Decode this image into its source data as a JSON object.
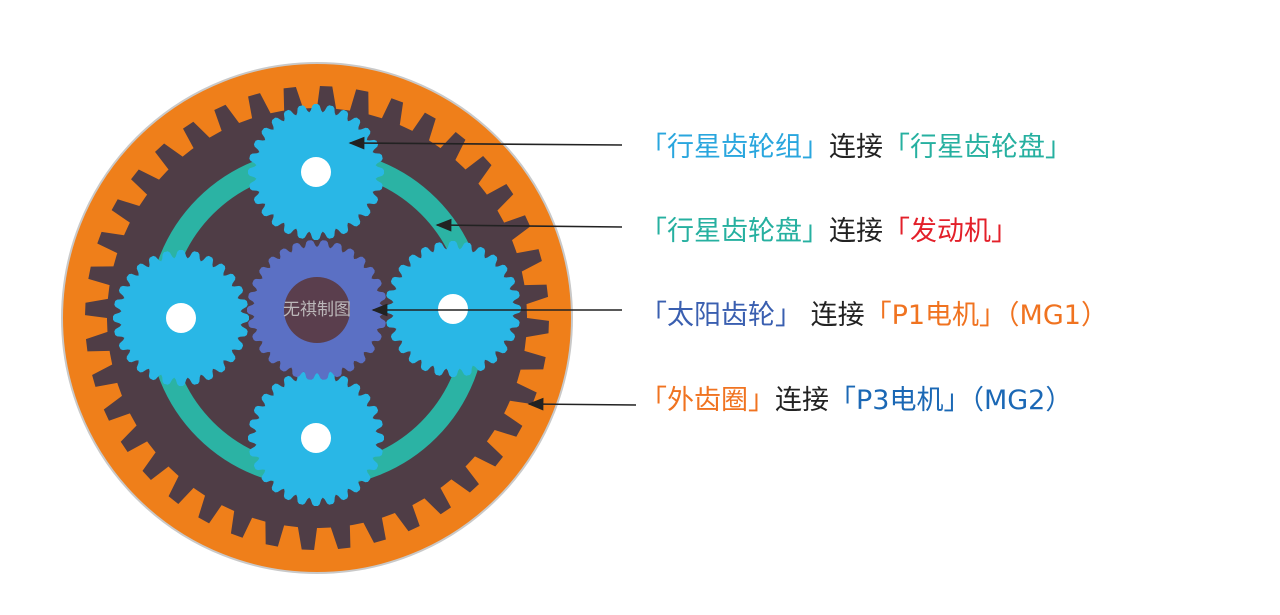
{
  "colors": {
    "outer_ring": "#ef7f1a",
    "ring_outline": "#c9c9c9",
    "carrier_body": "#4f3d46",
    "planet_gear": "#29b7e6",
    "carrier_arc": "#2bb3a4",
    "sun_gear": "#5b70c4",
    "sun_hub": "#5a3e4d",
    "hole": "#ffffff",
    "arrow": "#222222",
    "text_black": "#222222",
    "text_planet": "#29a6de",
    "text_carrier": "#26b0a0",
    "text_engine": "#e3202a",
    "text_sun": "#3a5fb0",
    "text_p1": "#f07320",
    "text_ring": "#f07320",
    "text_p3": "#1b68b5"
  },
  "watermark": "无祺制图",
  "annotations": [
    {
      "segments": [
        {
          "text": "「行星齿轮组」",
          "color": "text_planet"
        },
        {
          "text": "连接",
          "color": "text_black"
        },
        {
          "text": "「行星齿轮盘」",
          "color": "text_carrier"
        }
      ]
    },
    {
      "segments": [
        {
          "text": "「行星齿轮盘」",
          "color": "text_carrier"
        },
        {
          "text": "连接",
          "color": "text_black"
        },
        {
          "text": "「发动机」",
          "color": "text_engine"
        }
      ]
    },
    {
      "segments": [
        {
          "text": "「太阳齿轮」",
          "color": "text_sun"
        },
        {
          "text": " 连接",
          "color": "text_black"
        },
        {
          "text": "「P1电机」（MG1）",
          "color": "text_p1"
        }
      ]
    },
    {
      "segments": [
        {
          "text": "「外齿圈」",
          "color": "text_ring"
        },
        {
          "text": "连接",
          "color": "text_black"
        },
        {
          "text": "「P3电机」（MG2）",
          "color": "text_p3"
        }
      ]
    }
  ]
}
